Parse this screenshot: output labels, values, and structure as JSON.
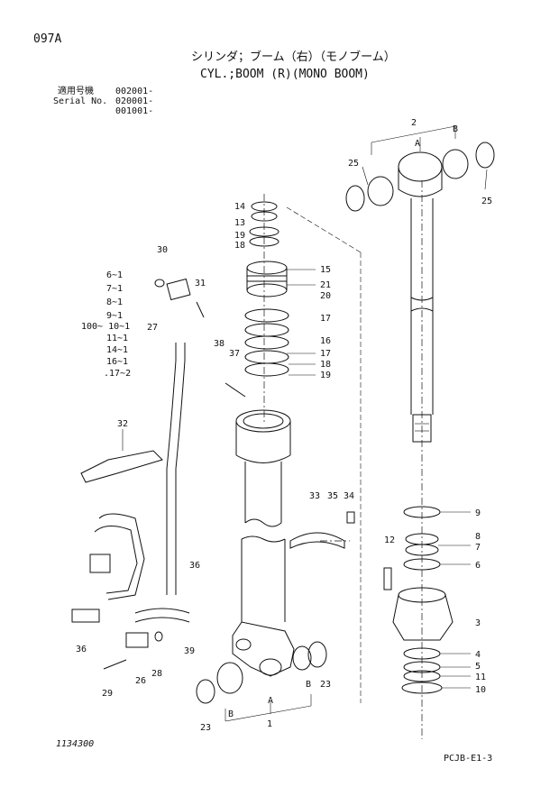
{
  "page_code": "097A",
  "title_jp": "シリンダ；ブーム（右）（モノブーム）",
  "title_en": "CYL.;BOOM (R)(MONO BOOM)",
  "serial": {
    "label_jp": "適用号機",
    "label_en": "Serial No.",
    "values": [
      "002001-",
      "020001-",
      "001001-"
    ]
  },
  "qty_list": [
    "6~1",
    "7~1",
    "8~1",
    "9~1",
    "100~ 10~1",
    "11~1",
    "14~1",
    "16~1",
    ".17~2"
  ],
  "callouts": {
    "c1": "1",
    "c2": "2",
    "c3": "3",
    "c4": "4",
    "c5": "5",
    "c6": "6",
    "c7": "7",
    "c8": "8",
    "c9": "9",
    "c10": "10",
    "c11": "11",
    "c12": "12",
    "c13": "13",
    "c14": "14",
    "c15": "15",
    "c16": "16",
    "c17a": "17",
    "c17b": "17",
    "c18a": "18",
    "c18b": "18",
    "c19a": "19",
    "c19b": "19",
    "c20": "20",
    "c21": "21",
    "c23a": "23",
    "c23b": "23",
    "c25a": "25",
    "c25b": "25",
    "c26": "26",
    "c27": "27",
    "c28": "28",
    "c29": "29",
    "c30": "30",
    "c31": "31",
    "c32": "32",
    "c33": "33",
    "c34": "34",
    "c35": "35",
    "c36a": "36",
    "c36b": "36",
    "c37": "37",
    "c38": "38",
    "c39": "39",
    "A_top": "A",
    "B_top": "B",
    "A_bot": "A",
    "B_bot1": "B",
    "B_bot2": "B"
  },
  "doc_number": "1134300",
  "page_ref": "PCJB-E1-3"
}
